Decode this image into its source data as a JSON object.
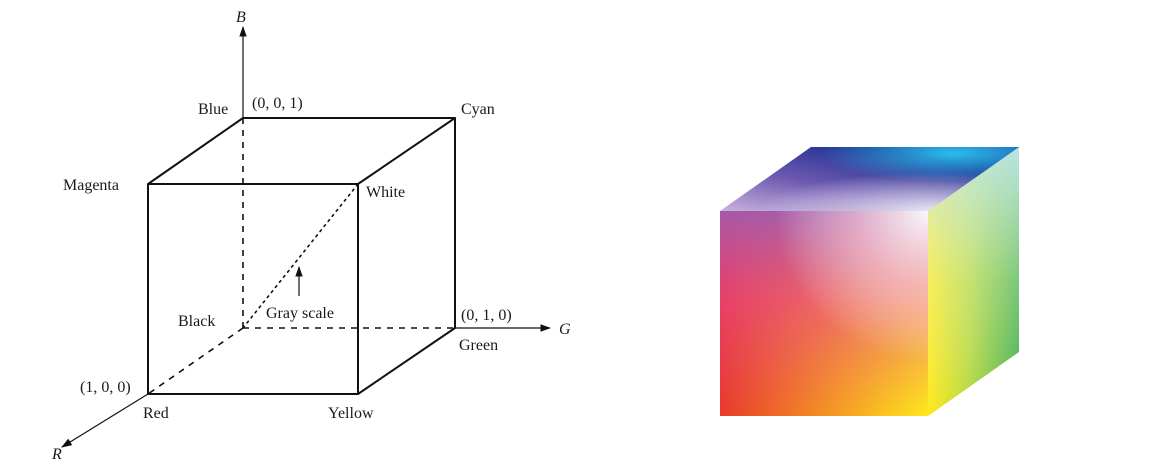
{
  "axes": {
    "blue_axis": "B",
    "green_axis": "G",
    "red_axis": "R"
  },
  "vertices": {
    "blue": "Blue",
    "blue_coord": "(0, 0, 1)",
    "cyan": "Cyan",
    "magenta": "Magenta",
    "white": "White",
    "black": "Black",
    "green_coord": "(0, 1, 0)",
    "green": "Green",
    "red_coord": "(1, 0, 0)",
    "red": "Red",
    "yellow": "Yellow"
  },
  "annotations": {
    "gray_scale": "Gray scale"
  },
  "colors": {
    "red": "#e8392a",
    "yellow": "#ffe91a",
    "green": "#3fae49",
    "magenta": "#e63d8f",
    "cyan": "#2bb8e6",
    "blue": "#1c2f8f",
    "white": "#ffffff"
  }
}
